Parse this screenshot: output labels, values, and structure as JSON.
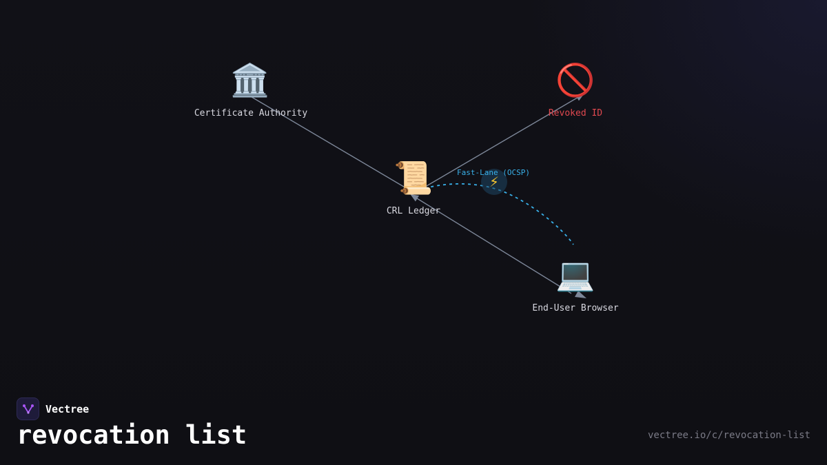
{
  "brand": {
    "name": "Vectree",
    "logo_icon": "vectree-logo-icon",
    "logo_color": "#a855f7"
  },
  "page": {
    "title": "revocation list",
    "url": "vectree.io/c/revocation-list"
  },
  "colors": {
    "edge": "#7d8799",
    "fast_lane": "#39b1ea",
    "danger_label": "#e0484f",
    "label": "#d8d8e0"
  },
  "nodes": [
    {
      "id": "ca",
      "label": "Certificate Authority",
      "icon": "bank-building-icon",
      "glyph": "🏛️"
    },
    {
      "id": "revoked",
      "label": "Revoked ID",
      "icon": "prohibited-icon",
      "glyph": "🚫"
    },
    {
      "id": "crl",
      "label": "CRL Ledger",
      "icon": "scroll-icon",
      "glyph": "📜"
    },
    {
      "id": "browser",
      "label": "End-User Browser",
      "icon": "laptop-icon",
      "glyph": "💻"
    }
  ],
  "edges": [
    {
      "from": "ca",
      "to": "crl",
      "style": "solid"
    },
    {
      "from": "crl",
      "to": "revoked",
      "style": "solid",
      "arrow": "end"
    },
    {
      "from": "browser",
      "to": "crl",
      "style": "solid",
      "arrow": "both"
    },
    {
      "from": "crl",
      "to": "browser",
      "style": "dashed",
      "label": "Fast-Lane (OCSP)",
      "icon": "lightning-bolt-icon",
      "glyph": "⚡"
    }
  ]
}
